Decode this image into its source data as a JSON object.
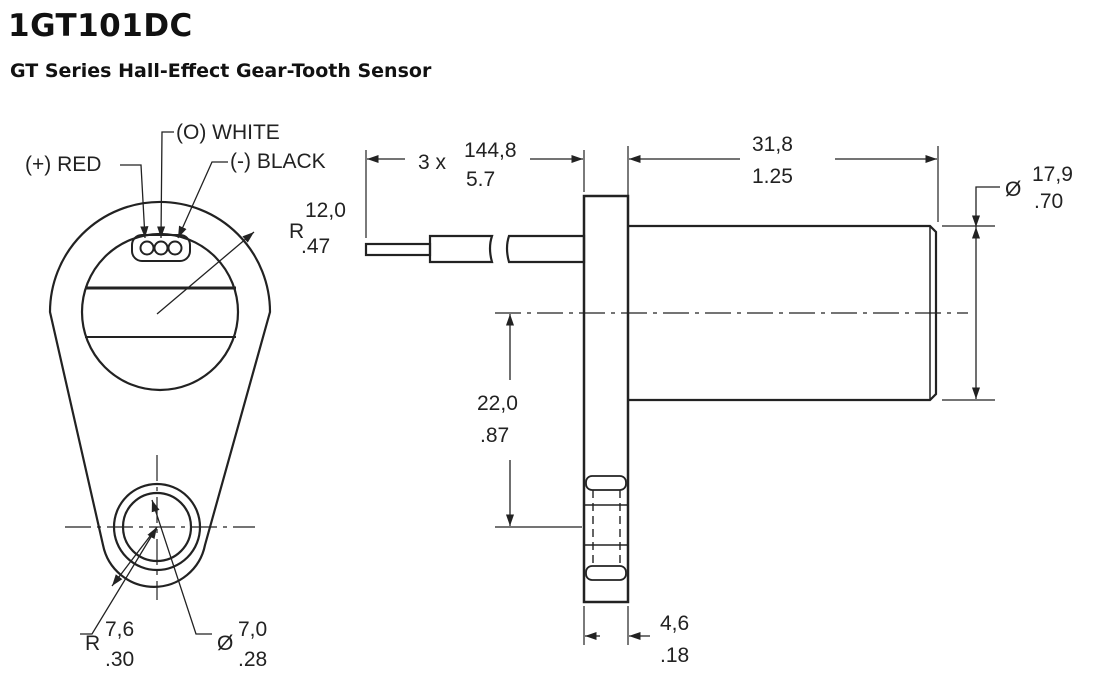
{
  "header": {
    "title": "1GT101DC",
    "subtitle": "GT Series Hall-Effect Gear-Tooth Sensor"
  },
  "labels": {
    "wire_white": "(O) WHITE",
    "wire_red": "(+) RED",
    "wire_black": "(-) BLACK"
  },
  "dimensions": {
    "flange_radius_mm": "12,0",
    "flange_radius_prefix": "R",
    "flange_radius_in": ".47",
    "mount_radius_prefix": "R",
    "mount_radius_mm": "7,6",
    "mount_radius_in": ".30",
    "hole_dia_prefix": "Ø",
    "hole_dia_mm": "7,0",
    "hole_dia_in": ".28",
    "lead_prefix": "3 x",
    "lead_mm": "144,8",
    "lead_in": "5.7",
    "body_len_mm": "31,8",
    "body_len_in": "1.25",
    "body_dia_prefix": "Ø",
    "body_dia_mm": "17,9",
    "body_dia_in": ".70",
    "center_dist_mm": "22,0",
    "center_dist_in": ".87",
    "flange_thk_mm": "4,6",
    "flange_thk_in": ".18"
  },
  "colors": {
    "line": "#222222",
    "background": "#ffffff"
  }
}
